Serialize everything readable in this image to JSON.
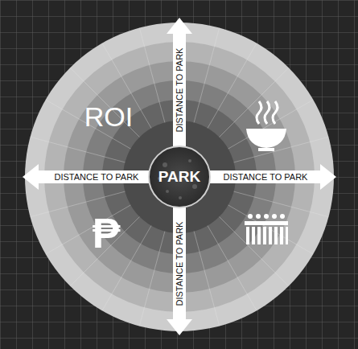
{
  "diagram": {
    "nodes": [
      {
        "text": [
          "PARK"
        ]
      }
    ],
    "labels": [
      "ROI",
      "DISTANCE TO PARK",
      "DISTANCE TO PARK",
      "DISTANCE TO PARK",
      "DISTANCE TO PARK",
      "₱"
    ]
  }
}
